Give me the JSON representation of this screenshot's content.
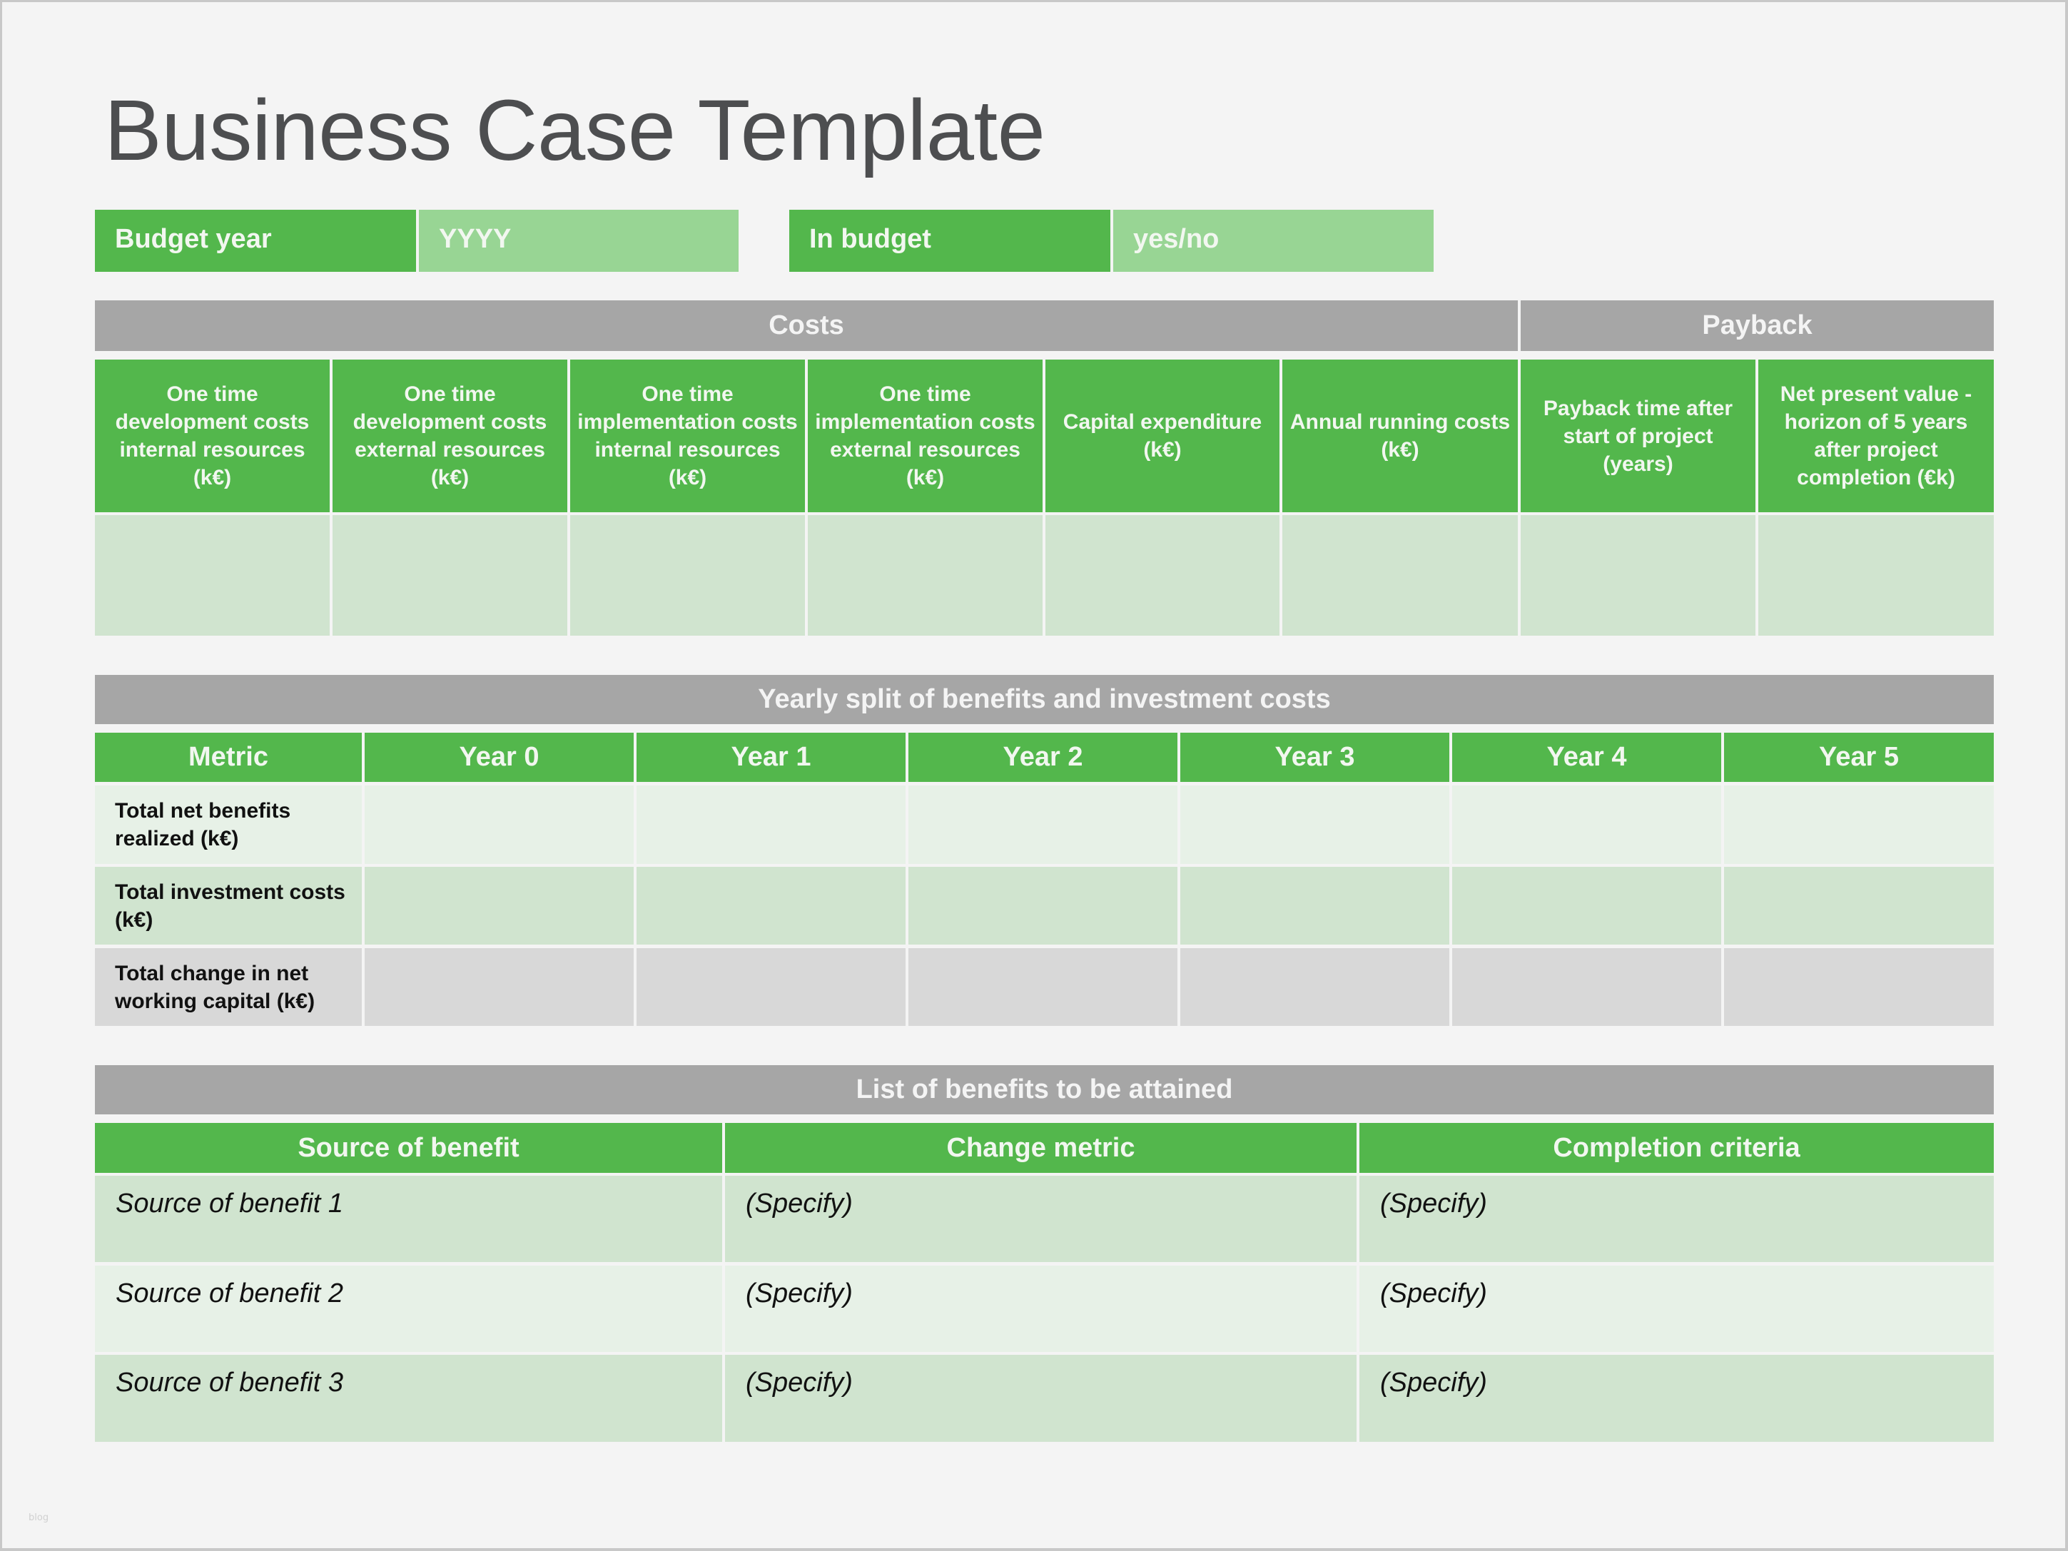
{
  "title": "Business Case Template",
  "budget_fields": {
    "budget_year_label": "Budget year",
    "budget_year_value": "YYYY",
    "in_budget_label": "In budget",
    "in_budget_value": "yes/no"
  },
  "costs_table": {
    "group_headers": {
      "costs": "Costs",
      "payback": "Payback"
    },
    "columns": [
      "One time development costs internal resources (k€)",
      "One time development costs external resources (k€)",
      "One time implementation costs internal resources (k€)",
      "One time implementation costs external resources (k€)",
      "Capital expenditure (k€)",
      "Annual running costs (k€)",
      "Payback time after start of project (years)",
      "Net present value - horizon of 5 years after project completion (€k)"
    ],
    "values": [
      "",
      "",
      "",
      "",
      "",
      "",
      "",
      ""
    ]
  },
  "yearly_split": {
    "title": "Yearly split of benefits and investment costs",
    "columns": [
      "Metric",
      "Year 0",
      "Year 1",
      "Year 2",
      "Year 3",
      "Year 4",
      "Year 5"
    ],
    "rows": [
      {
        "metric": "Total net benefits realized (k€)",
        "values": [
          "",
          "",
          "",
          "",
          "",
          ""
        ]
      },
      {
        "metric": "Total investment costs (k€)",
        "values": [
          "",
          "",
          "",
          "",
          "",
          ""
        ]
      },
      {
        "metric": "Total change in net working capital (k€)",
        "values": [
          "",
          "",
          "",
          "",
          "",
          ""
        ]
      }
    ]
  },
  "benefits_list": {
    "title": "List of benefits to be attained",
    "columns": [
      "Source of benefit",
      "Change metric",
      "Completion criteria"
    ],
    "rows": [
      {
        "source": "Source of benefit  1",
        "change_metric": "(Specify)",
        "completion_criteria": "(Specify)"
      },
      {
        "source": "Source of benefit 2",
        "change_metric": "(Specify)",
        "completion_criteria": "(Specify)"
      },
      {
        "source": "Source of benefit  3",
        "change_metric": "(Specify)",
        "completion_criteria": "(Specify)"
      }
    ]
  },
  "footer_mark": "blog",
  "colors": {
    "header_green": "#53b74c",
    "value_green": "#98d594",
    "section_gray": "#a6a6a6",
    "row_light_green": "#e7f1e7",
    "row_mid_green": "#d0e4cf",
    "row_gray": "#d8d8d8",
    "title_text": "#4d4e50",
    "background": "#f4f4f4"
  }
}
